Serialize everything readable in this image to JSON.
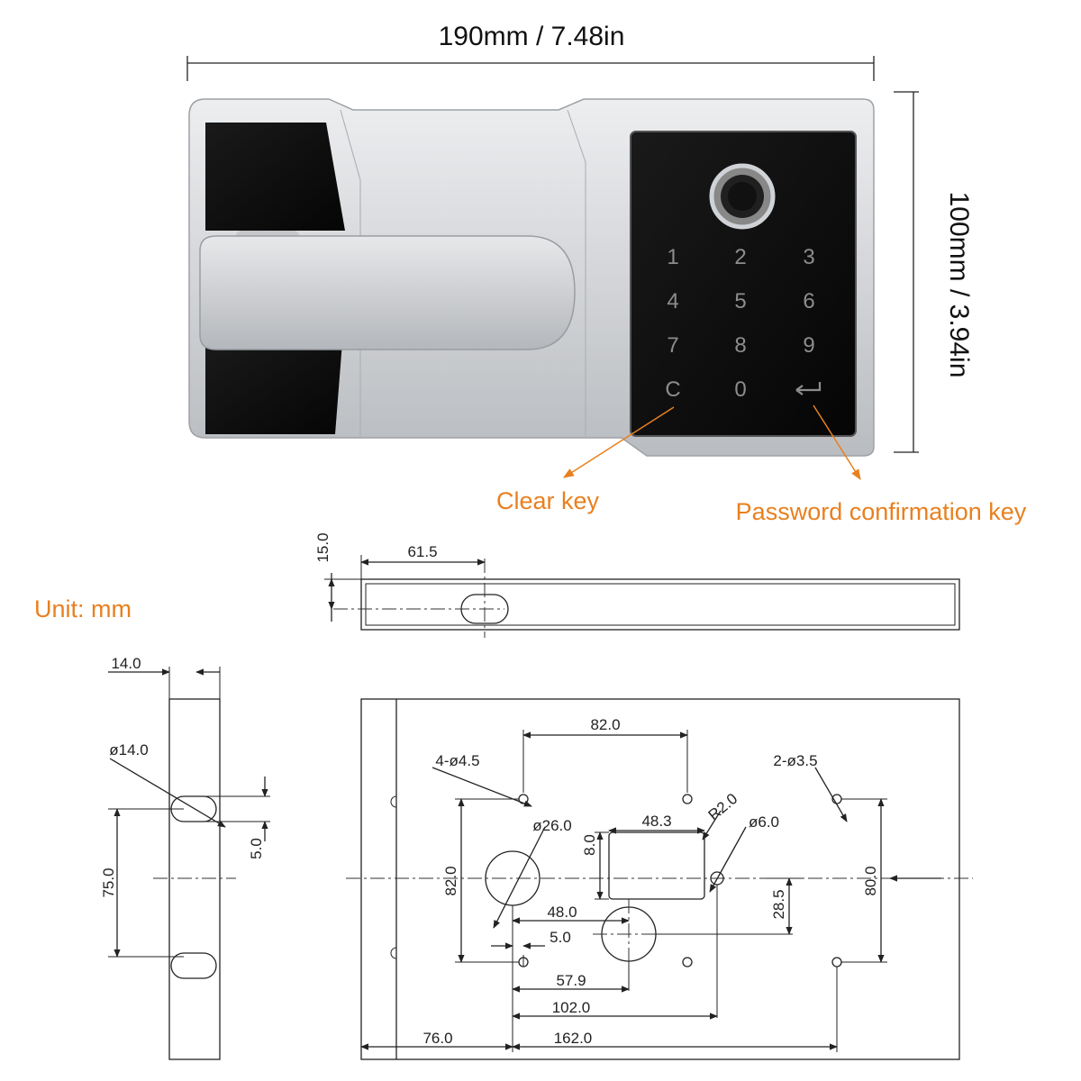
{
  "labels": {
    "width_dim": "190mm / 7.48in",
    "height_dim": "100mm / 3.94in",
    "clear_key": "Clear key",
    "password_key": "Password confirmation key",
    "unit": "Unit: mm"
  },
  "keypad": {
    "keys": [
      "1",
      "2",
      "3",
      "4",
      "5",
      "6",
      "7",
      "8",
      "9",
      "C",
      "0"
    ],
    "enter_icon": "return-arrow-icon"
  },
  "top_view": {
    "d_15": "15.0",
    "d_61_5": "61.5"
  },
  "side_view": {
    "d_14": "14.0",
    "d_phi14": "ø14.0",
    "d_5": "5.0",
    "d_75": "75.0"
  },
  "front_view": {
    "d_82w": "82.0",
    "d_4phi45": "4-ø4.5",
    "d_2phi35": "2-ø3.5",
    "d_phi26": "ø26.0",
    "d_48_3": "48.3",
    "d_r2": "R2.0",
    "d_phi6": "ø6.0",
    "d_8": "8.0",
    "d_82h": "82.0",
    "d_80": "80.0",
    "d_48": "48.0",
    "d_5": "5.0",
    "d_28_5": "28.5",
    "d_57_9": "57.9",
    "d_102": "102.0",
    "d_76": "76.0",
    "d_162": "162.0"
  },
  "colors": {
    "accent": "#e8801f",
    "body_silver": "#d4d6d9",
    "panel_black": "#0c0c0c"
  }
}
